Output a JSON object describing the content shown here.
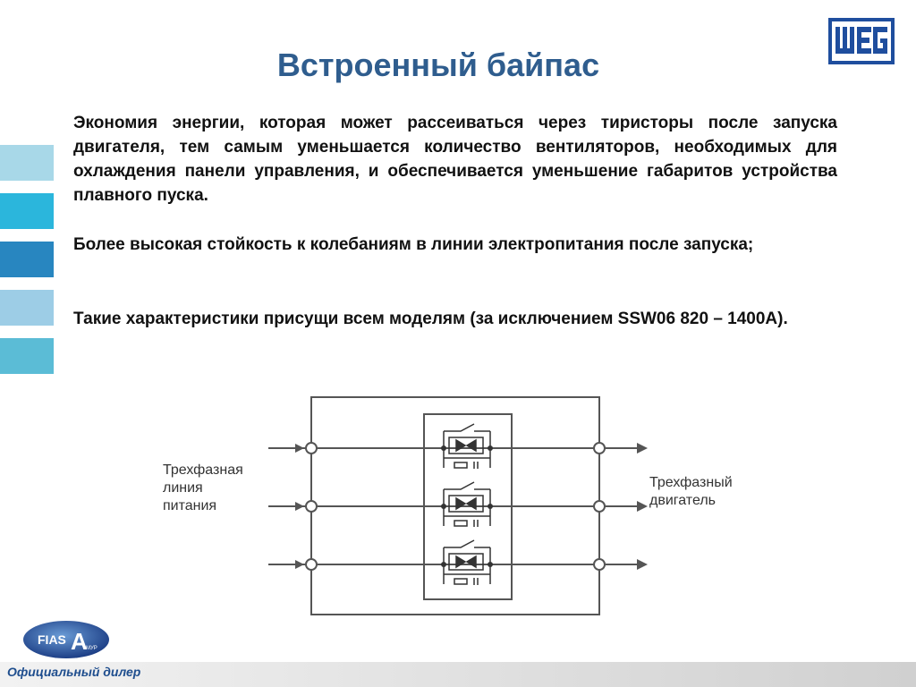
{
  "slide": {
    "title": "Встроенный байпас",
    "paragraphs": [
      "Экономия энергии, которая может рассеиваться через тиристоры после запуска двигателя, тем самым уменьшается количество вентиляторов, необходимых для охлаждения панели управления, и обеспечивается уменьшение габаритов устройства плавного пуска.",
      "Более высокая стойкость к колебаниям в линии электропитания после запуска;",
      "Такие характеристики присущи всем моделям (за исключением SSW06 820 – 1400A)."
    ]
  },
  "logo": {
    "brand": "WEG",
    "color": "#1f4e9e"
  },
  "sidebar": {
    "colors": [
      "#a8d8e8",
      "#2bb6dc",
      "#2886c0",
      "#9dcde6",
      "#5bbcd6"
    ]
  },
  "diagram": {
    "input_label": [
      "Трехфазная",
      "линия",
      "питания"
    ],
    "output_label": [
      "Трехфазный",
      "двигатель"
    ]
  },
  "footer": {
    "dealer_text": "Официальный дилер",
    "dealer_logo": {
      "main": "FIAS",
      "letter": "A",
      "sub": "МУР"
    }
  }
}
